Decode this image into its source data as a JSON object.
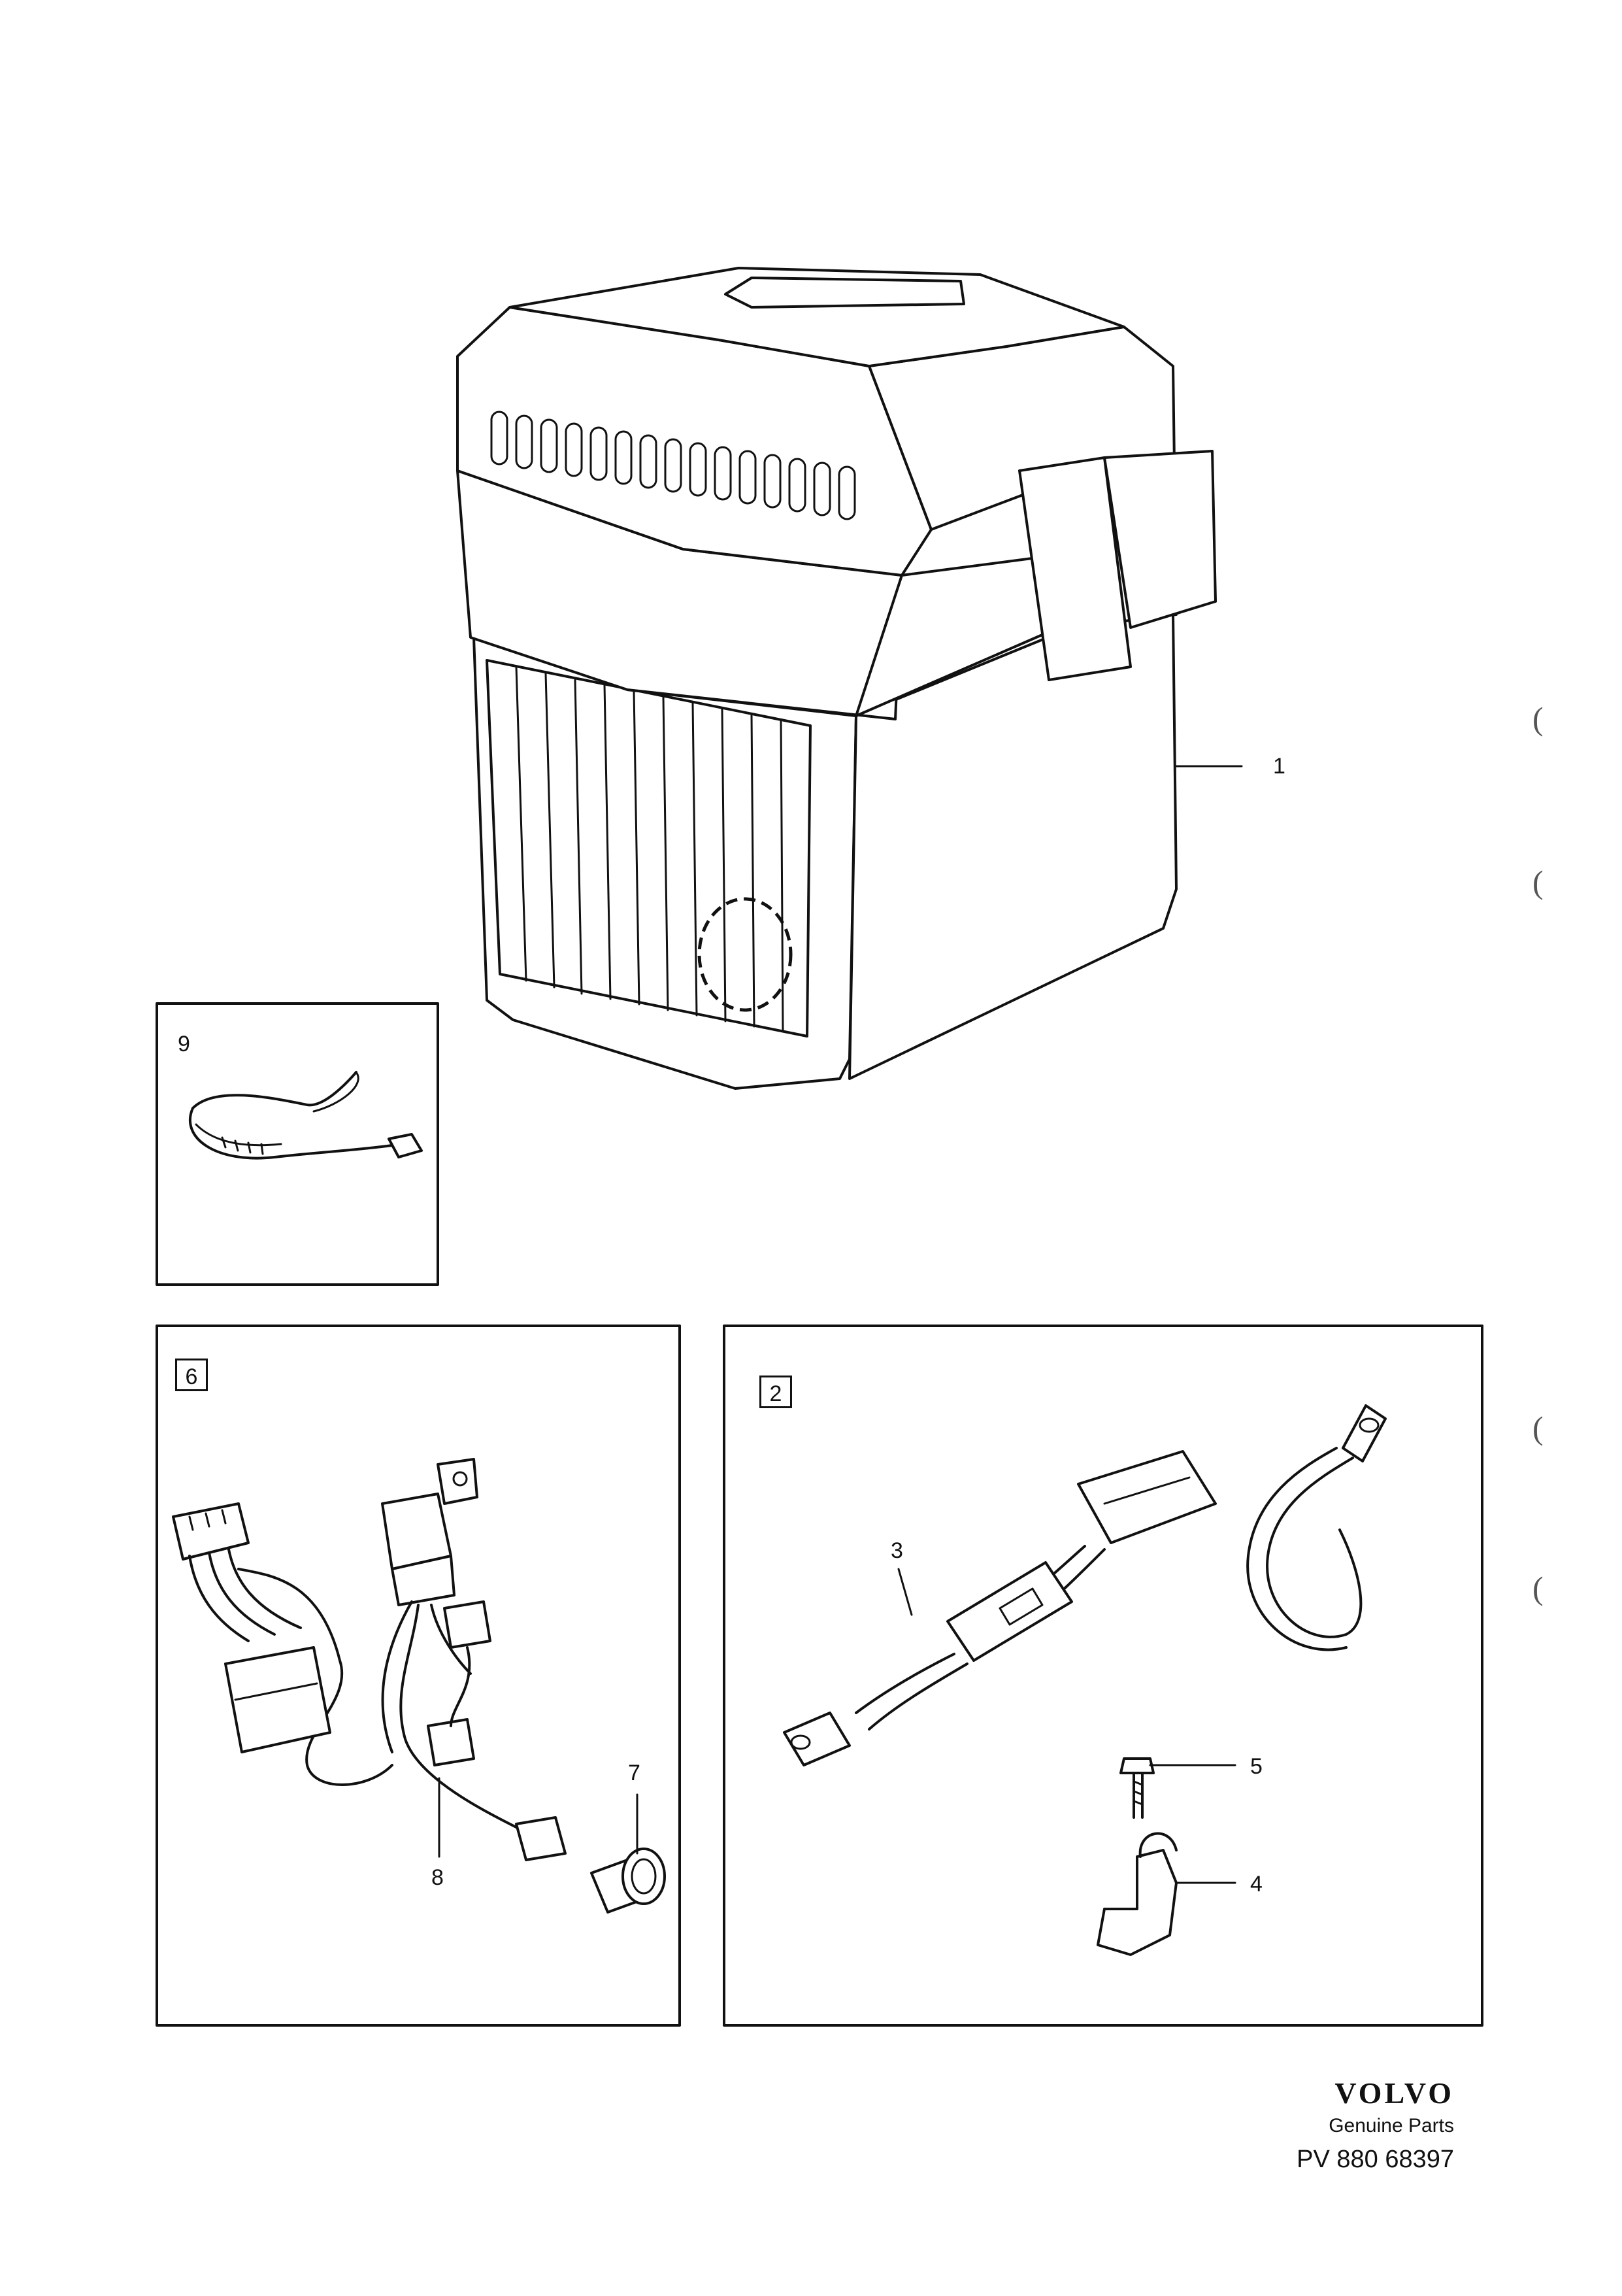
{
  "callouts": {
    "item_1": "1",
    "item_2": "2",
    "item_3": "3",
    "item_4": "4",
    "item_5": "5",
    "item_6": "6",
    "item_7": "7",
    "item_8": "8",
    "item_9": "9"
  },
  "margin_marks": [
    "(",
    "(",
    "(",
    "("
  ],
  "footer": {
    "brand": "VOLVO",
    "tagline": "Genuine Parts",
    "reference": "PV 880 68397"
  }
}
